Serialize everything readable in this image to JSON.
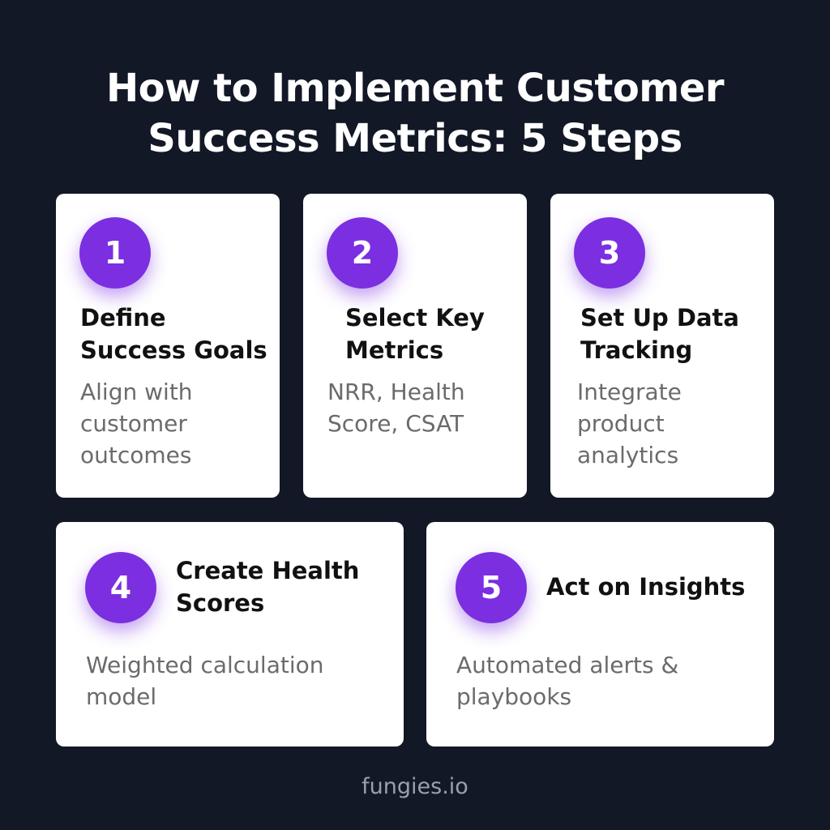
{
  "title": {
    "line1": "How to Implement Customer",
    "line2": "Success Metrics: 5 Steps"
  },
  "steps": [
    {
      "number": "1",
      "heading": [
        "Define",
        "Success Goals"
      ],
      "description": [
        "Align with",
        "customer",
        "outcomes"
      ]
    },
    {
      "number": "2",
      "heading": [
        "Select Key",
        "Metrics"
      ],
      "description": [
        "NRR, Health",
        "Score, CSAT"
      ]
    },
    {
      "number": "3",
      "heading": [
        "Set Up Data",
        "Tracking"
      ],
      "description": [
        "Integrate",
        "product",
        "analytics"
      ]
    },
    {
      "number": "4",
      "heading": [
        "Create Health",
        "Scores"
      ],
      "description": [
        "Weighted calculation",
        "model"
      ]
    },
    {
      "number": "5",
      "heading": [
        "Act on Insights"
      ],
      "description": [
        "Automated alerts &",
        "playbooks"
      ]
    }
  ],
  "footer": "fungies.io",
  "colors": {
    "background": "#121826",
    "card": "#ffffff",
    "accent": "#7b2fe0",
    "heading_text": "#111111",
    "body_text": "#6b6b6b",
    "footer_text": "#9aa0ab"
  }
}
